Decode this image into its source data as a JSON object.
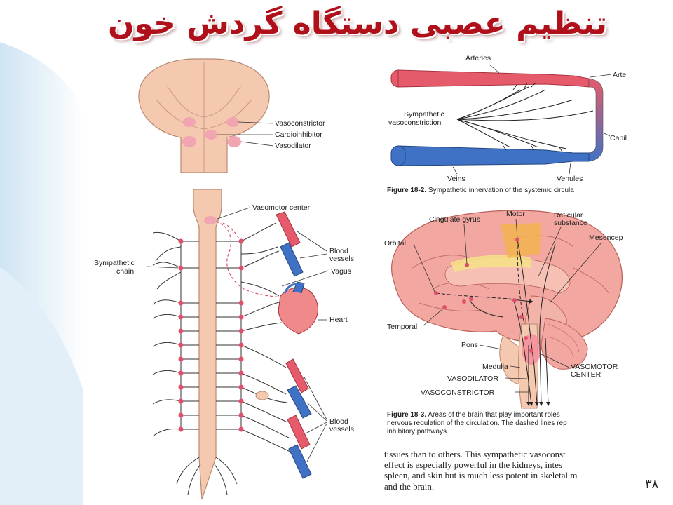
{
  "slide": {
    "title": "تنظیم عصبی دستگاه گردش خون",
    "page_number": "۳۸"
  },
  "figure_left": {
    "brainstem_labels": {
      "vasoconstrictor": "Vasoconstrictor",
      "cardioinhibitor": "Cardioinhibitor",
      "vasodilator": "Vasodilator"
    },
    "spinal_labels": {
      "vasomotor_center": "Vasomotor center",
      "sympathetic_chain_1": "Sympathetic",
      "sympathetic_chain_2": "chain",
      "blood_vessels_top_1": "Blood",
      "blood_vessels_top_2": "vessels",
      "vagus": "Vagus",
      "heart": "Heart",
      "blood_vessels_bottom_1": "Blood",
      "blood_vessels_bottom_2": "vessels"
    }
  },
  "figure_18_2": {
    "labels": {
      "arteries": "Arteries",
      "arterioles": "Arte",
      "sympathetic_1": "Sympathetic",
      "sympathetic_2": "vasoconstriction",
      "capillaries": "Capil",
      "veins": "Veins",
      "venules": "Venules"
    },
    "caption_number": "Figure 18-2.",
    "caption_text": "Sympathetic innervation of the systemic circula"
  },
  "figure_18_3": {
    "labels": {
      "motor": "Motor",
      "cingulate_gyrus": "Cingulate gyrus",
      "reticular_1": "Reticular",
      "reticular_2": "substance",
      "mesencephalon": "Mesencep",
      "orbital": "Orbital",
      "temporal": "Temporal",
      "pons": "Pons",
      "medulla": "Medulla",
      "vasodilator": "VASODILATOR",
      "vasoconstrictor": "VASOCONSTRICTOR",
      "vasomotor_1": "VASOMOTOR",
      "vasomotor_2": "CENTER"
    },
    "caption_number": "Figure 18-3.",
    "caption_line1": "Areas of the brain that play important roles",
    "caption_line2": "nervous regulation of the circulation. The dashed lines rep",
    "caption_line3": "inhibitory pathways."
  },
  "body_text": "tissues than to others. This sympathetic vasoconst\neffect is especially powerful in the kidneys, intes\nspleen, and skin but is much less potent in skeletal m\nand the brain.",
  "colors": {
    "title": "#b0101a",
    "artery": "#e65b6b",
    "vein": "#3f72c4",
    "tissue": "#f5c9b0",
    "nerve_node": "#e0506a"
  }
}
